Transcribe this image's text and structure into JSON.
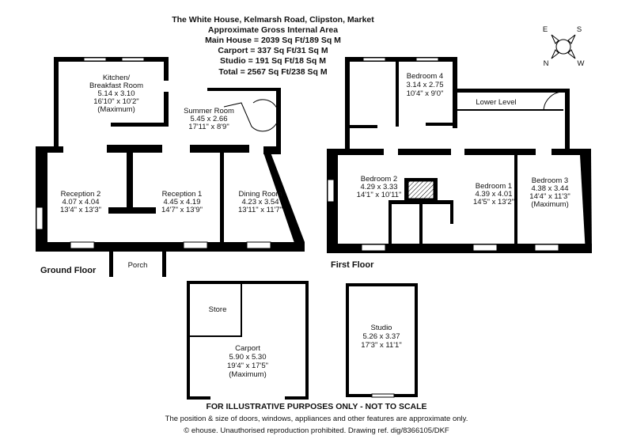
{
  "header": {
    "title": "The White House, Kelmarsh Road, Clipston, Market",
    "subtitle": "Approximate Gross Internal Area",
    "areas": [
      "Main House = 2039 Sq Ft/189 Sq M",
      "Carport = 337 Sq Ft/31 Sq M",
      "Studio = 191 Sq Ft/18 Sq M",
      "Total = 2567 Sq Ft/238 Sq M"
    ]
  },
  "compass": {
    "e": "E",
    "s": "S",
    "n": "N",
    "w": "W"
  },
  "ground_floor": {
    "label": "Ground Floor",
    "rooms": {
      "kitchen": [
        "Kitchen/",
        "Breakfast Room",
        "5.14 x 3.10",
        "16'10\" x 10'2\"",
        "(Maximum)"
      ],
      "summer": [
        "Summer Room",
        "5.45 x 2.66",
        "17'11\" x 8'9\""
      ],
      "reception2": [
        "Reception 2",
        "4.07 x 4.04",
        "13'4\" x 13'3\""
      ],
      "reception1": [
        "Reception 1",
        "4.45 x 4.19",
        "14'7\" x 13'9\""
      ],
      "dining": [
        "Dining Room",
        "4.23 x 3.54",
        "13'11\" x 11'7\""
      ],
      "porch": [
        "Porch"
      ]
    }
  },
  "first_floor": {
    "label": "First Floor",
    "rooms": {
      "bedroom4": [
        "Bedroom 4",
        "3.14 x 2.75",
        "10'4\" x 9'0\""
      ],
      "lower": [
        "Lower Level"
      ],
      "bedroom2": [
        "Bedroom 2",
        "4.29 x 3.33",
        "14'1\" x 10'11\""
      ],
      "bedroom1": [
        "Bedroom 1",
        "4.39 x 4.01",
        "14'5\" x 13'2\""
      ],
      "bedroom3": [
        "Bedroom 3",
        "4.38 x 3.44",
        "14'4\" x 11'3\"",
        "(Maximum)"
      ]
    }
  },
  "outbuildings": {
    "store": [
      "Store"
    ],
    "carport": [
      "Carport",
      "5.90 x 5.30",
      "19'4\" x 17'5\"",
      "(Maximum)"
    ],
    "studio": [
      "Studio",
      "5.26 x 3.37",
      "17'3\" x 11'1\""
    ]
  },
  "footer": {
    "disclaimer": "FOR ILLUSTRATIVE PURPOSES ONLY - NOT TO SCALE",
    "note": "The position & size of doors, windows, appliances and other features are approximate only.",
    "copyright": "© ehouse. Unauthorised reproduction prohibited. Drawing ref. dig/8366105/DKF"
  }
}
